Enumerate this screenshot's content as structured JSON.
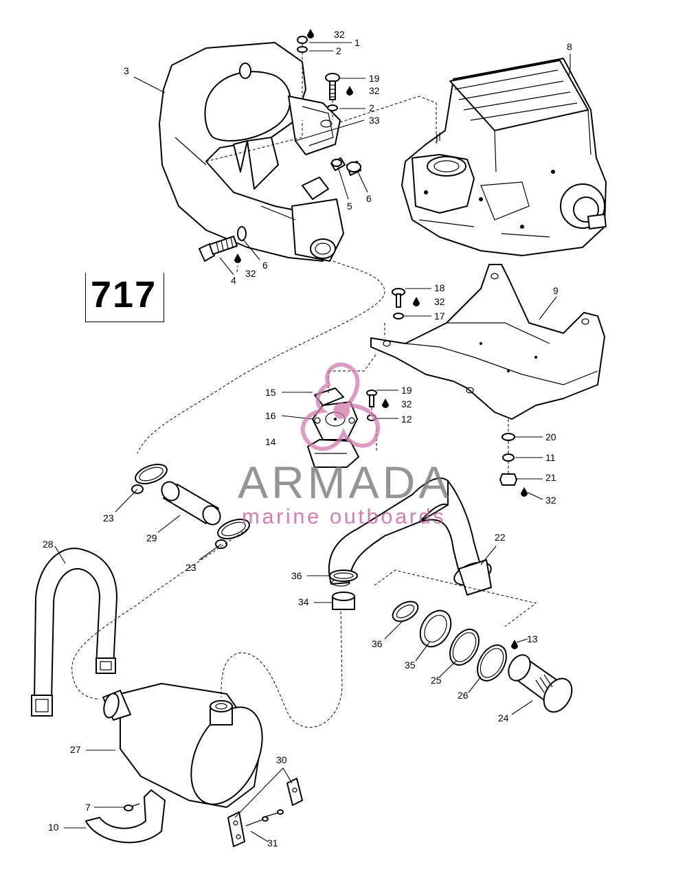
{
  "diagram_id": "717",
  "watermark": {
    "title": "ARMADA",
    "subtitle": "marine outboards",
    "accent_color": "#c9609e"
  },
  "callouts": [
    {
      "id": "c1",
      "text": "32"
    },
    {
      "id": "c2",
      "text": "1"
    },
    {
      "id": "c3",
      "text": "2"
    },
    {
      "id": "c4",
      "text": "3"
    },
    {
      "id": "c5",
      "text": "19"
    },
    {
      "id": "c6",
      "text": "32"
    },
    {
      "id": "c7",
      "text": "2"
    },
    {
      "id": "c8",
      "text": "33"
    },
    {
      "id": "c9",
      "text": "8"
    },
    {
      "id": "c10",
      "text": "5"
    },
    {
      "id": "c11",
      "text": "6"
    },
    {
      "id": "c12",
      "text": "6"
    },
    {
      "id": "c13",
      "text": "4"
    },
    {
      "id": "c14",
      "text": "32"
    },
    {
      "id": "c15",
      "text": "18"
    },
    {
      "id": "c16",
      "text": "32"
    },
    {
      "id": "c17",
      "text": "17"
    },
    {
      "id": "c18",
      "text": "9"
    },
    {
      "id": "c19",
      "text": "15"
    },
    {
      "id": "c20",
      "text": "19"
    },
    {
      "id": "c21",
      "text": "32"
    },
    {
      "id": "c22",
      "text": "16"
    },
    {
      "id": "c23",
      "text": "12"
    },
    {
      "id": "c24",
      "text": "14"
    },
    {
      "id": "c25",
      "text": "20"
    },
    {
      "id": "c26",
      "text": "11"
    },
    {
      "id": "c27",
      "text": "21"
    },
    {
      "id": "c28",
      "text": "32"
    },
    {
      "id": "c29",
      "text": "23"
    },
    {
      "id": "c30",
      "text": "29"
    },
    {
      "id": "c31",
      "text": "23"
    },
    {
      "id": "c32",
      "text": "22"
    },
    {
      "id": "c33",
      "text": "28"
    },
    {
      "id": "c34",
      "text": "36"
    },
    {
      "id": "c35",
      "text": "34"
    },
    {
      "id": "c36",
      "text": "36"
    },
    {
      "id": "c37",
      "text": "35"
    },
    {
      "id": "c38",
      "text": "25"
    },
    {
      "id": "c39",
      "text": "26"
    },
    {
      "id": "c40",
      "text": "13"
    },
    {
      "id": "c41",
      "text": "24"
    },
    {
      "id": "c42",
      "text": "27"
    },
    {
      "id": "c43",
      "text": "30"
    },
    {
      "id": "c44",
      "text": "7"
    },
    {
      "id": "c45",
      "text": "10"
    },
    {
      "id": "c46",
      "text": "31"
    }
  ]
}
